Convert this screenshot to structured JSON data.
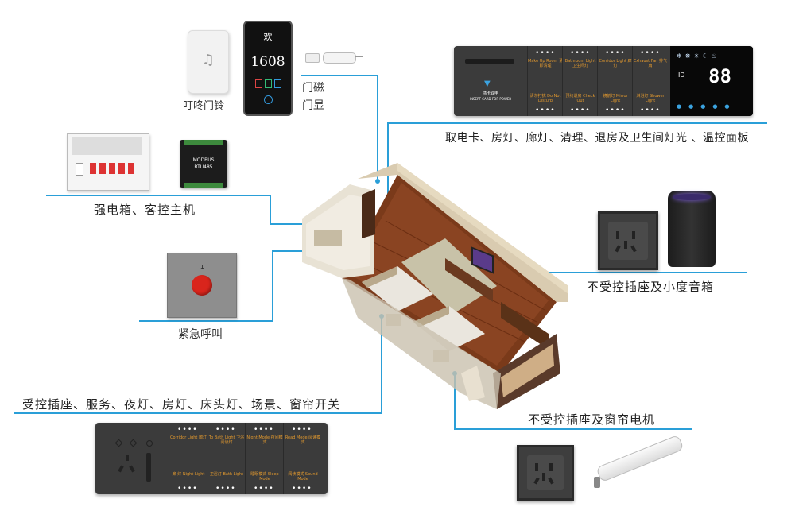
{
  "labels": {
    "doorbell": "叮咚门铃",
    "door_magnet": "门磁",
    "door_display": "门显",
    "card_panel": "取电卡、房灯、廊灯、清理、退房及卫生间灯光 、温控面板",
    "electric_box": "强电箱、客控主机",
    "uncontrolled_speaker": "不受控插座及小度音箱",
    "emergency": "紧急呼叫",
    "controlled_switches": "受控插座、服务、夜灯、房灯、床头灯、场景、窗帘开关",
    "uncontrolled_curtain": "不受控插座及窗帘电机"
  },
  "door_display": {
    "welcome": "欢",
    "room_number": "1608"
  },
  "host": {
    "brand": "MODBUS",
    "model": "RTU485"
  },
  "card_panel": {
    "insert_text": "插卡取电",
    "insert_sub": "INSERT CARD FOR POWER",
    "keys_top": [
      "Make Up Room 请即清理",
      "Bathroom Light 卫生间灯",
      "Corridor Light 廊灯",
      "Exhaust Fan 排气扇"
    ],
    "keys_bottom": [
      "请勿打扰 Do Not Disturb",
      "预约退房 Check Out",
      "镜前灯 Mirror Light",
      "淋浴灯 Shower Light"
    ]
  },
  "thermostat": {
    "display": "88",
    "id_label": "ID"
  },
  "switch_panel": {
    "keys_top": [
      "Corridor Light 廊灯",
      "To Bath Light 卫浴阅读灯",
      "Night Mode 夜间模式",
      "Read Mode 阅读模式"
    ],
    "keys_bottom": [
      "廊 灯 Night Light",
      "卫浴灯 Bath Light",
      "睡眠模式 Sleep Mode",
      "阅读模式 Sound Mode"
    ]
  },
  "colors": {
    "line": "#2a9fd8",
    "panel": "#3b3b3b",
    "key_text": "#e49a2e",
    "button_red": "#d9251c"
  }
}
